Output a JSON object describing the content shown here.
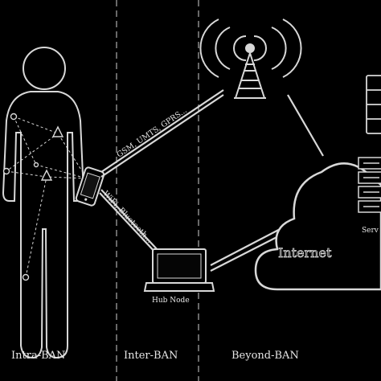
{
  "zones": {
    "intra": "Intra-BAN",
    "inter": "Inter-BAN",
    "beyond": "Beyond-BAN"
  },
  "links": {
    "cellular": "GSM, UMTS, GPRS...",
    "short_range": "WiFi, Bluetooth..."
  },
  "nodes": {
    "hub": "Hub Node",
    "internet": "Internet",
    "server": "Serv"
  },
  "colors": {
    "background": "#000000",
    "stroke": "#d8d8d8",
    "text": "#e6e6e6"
  }
}
